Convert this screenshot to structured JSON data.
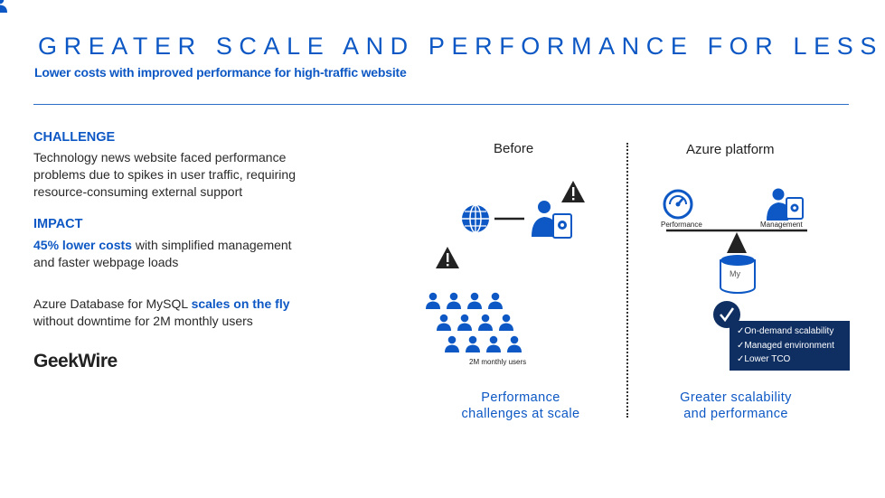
{
  "header": {
    "title": "GREATER SCALE AND PERFORMANCE FOR LESS",
    "subtitle": "Lower costs with improved performance for high-traffic website"
  },
  "challenge": {
    "heading": "CHALLENGE",
    "lines": [
      "Technology news website faced performance",
      "problems due to spikes in user traffic, requiring",
      "resource-consuming external support"
    ]
  },
  "impact": {
    "heading": "IMPACT",
    "bold_text": "45% lower costs",
    "text1": " with simplified management",
    "text2": "and faster webpage loads"
  },
  "scale": {
    "line1_prefix": "Azure Database for My",
    "line1_sql": "SQL ",
    "line1_bold": "scales on the fly",
    "line2": "without downtime for 2M monthly users"
  },
  "logo": {
    "text": "GeekWire"
  },
  "before": {
    "heading": "Before",
    "users_label": "2M monthly users",
    "caption_lines": [
      "Performance",
      "challenges at scale"
    ]
  },
  "azure": {
    "heading": "Azure platform",
    "performance_label": "Performance",
    "management_label": "Management",
    "db_label": "My",
    "benefits": [
      "On-demand scalability",
      "Managed environment",
      "Lower TCO"
    ],
    "caption_lines": [
      "Greater scalability",
      "and performance"
    ]
  },
  "colors": {
    "accent": "#0d58c4",
    "dark_box": "#0f2f63",
    "text": "#2a2a2a"
  },
  "icons": [
    "globe-icon",
    "admin-user-icon",
    "warning-icon",
    "user-group-icon",
    "gauge-icon",
    "database-icon",
    "check-icon"
  ]
}
